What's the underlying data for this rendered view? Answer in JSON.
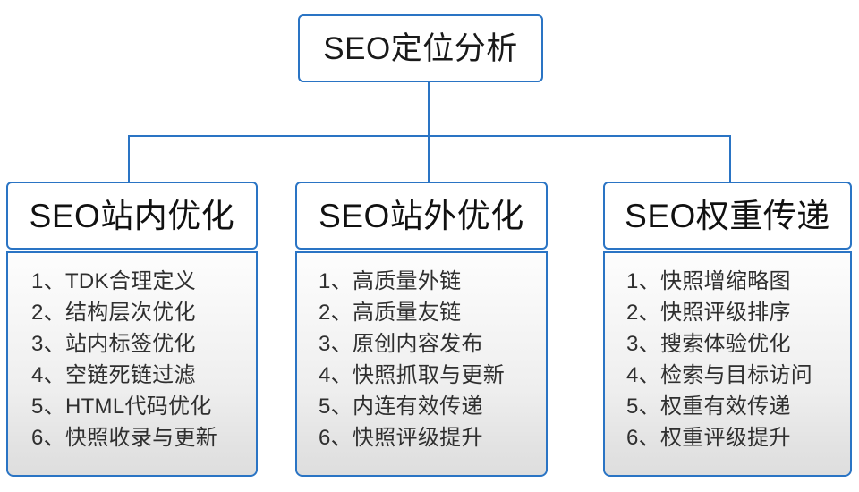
{
  "diagram": {
    "root": {
      "label": "SEO定位分析"
    },
    "connector_color": "#2a74c4",
    "columns": [
      {
        "header": "SEO站内优化",
        "items": [
          {
            "num": "1、",
            "text": "TDK合理定义"
          },
          {
            "num": "2、",
            "text": "结构层次优化"
          },
          {
            "num": "3、",
            "text": "站内标签优化"
          },
          {
            "num": "4、",
            "text": "空链死链过滤"
          },
          {
            "num": "5、",
            "text": "HTML代码优化"
          },
          {
            "num": "6、",
            "text": "快照收录与更新"
          }
        ]
      },
      {
        "header": "SEO站外优化",
        "items": [
          {
            "num": "1、",
            "text": "高质量外链"
          },
          {
            "num": "2、",
            "text": "高质量友链"
          },
          {
            "num": "3、",
            "text": "原创内容发布"
          },
          {
            "num": "4、",
            "text": "快照抓取与更新"
          },
          {
            "num": "5、",
            "text": "内连有效传递"
          },
          {
            "num": "6、",
            "text": "快照评级提升"
          }
        ]
      },
      {
        "header": "SEO权重传递",
        "items": [
          {
            "num": "1、",
            "text": "快照增缩略图"
          },
          {
            "num": "2、",
            "text": "快照评级排序"
          },
          {
            "num": "3、",
            "text": "搜索体验优化"
          },
          {
            "num": "4、",
            "text": "检索与目标访问"
          },
          {
            "num": "5、",
            "text": "权重有效传递"
          },
          {
            "num": "6、",
            "text": "权重评级提升"
          }
        ]
      }
    ]
  }
}
